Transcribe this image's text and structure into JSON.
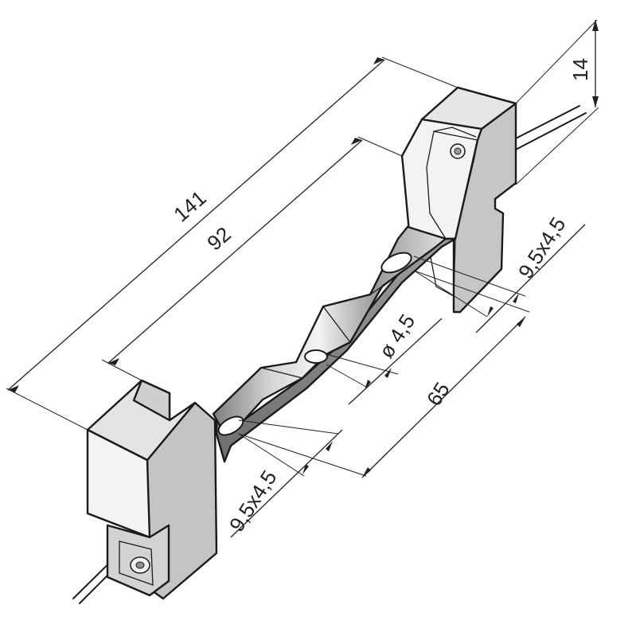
{
  "dimensions": {
    "overall_length": "141",
    "block_spacing": "92",
    "height": "14",
    "slot_top": "9,5x4,5",
    "slot_bottom": "9,5x4,5",
    "hole_diameter": "ø 4,5",
    "hole_spacing": "65"
  },
  "colors": {
    "block_front": "#f2f2f2",
    "block_side": "#c4c4c4",
    "block_top": "#e4e4e4",
    "strip_light": "#e9e9e9",
    "strip_dark": "#8d8d8d"
  }
}
